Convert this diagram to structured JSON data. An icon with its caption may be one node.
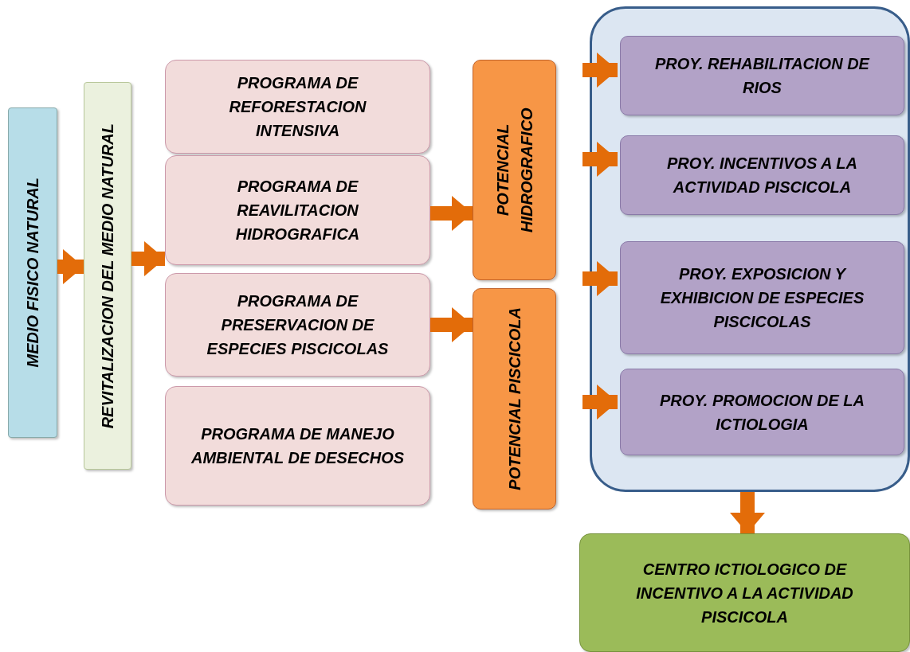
{
  "diagram": {
    "nodes": [
      {
        "text": [
          "MEDIO FISICO NATURAL"
        ]
      },
      {
        "text": [
          "REVITALIZACION DEL MEDIO NATURAL"
        ]
      },
      {
        "text": [
          "PROGRAMA DE REFORESTACION INTENSIVA"
        ]
      },
      {
        "text": [
          "PROGRAMA DE REAVILITACION HIDROGRAFICA"
        ]
      },
      {
        "text": [
          "PROGRAMA DE PRESERVACION DE ESPECIES PISCICOLAS"
        ]
      },
      {
        "text": [
          "PROGRAMA DE MANEJO AMBIENTAL DE DESECHOS"
        ]
      },
      {
        "text": [
          "POTENCIAL HIDROGRAFICO"
        ]
      },
      {
        "text": [
          "POTENCIAL PISCICOLA"
        ]
      },
      {
        "text": [],
        "shape": "box"
      },
      {
        "text": [
          "PROY. REHABILITACION DE RIOS"
        ],
        "in": 8
      },
      {
        "text": [
          "PROY. INCENTIVOS A LA ACTIVIDAD PISCICOLA"
        ],
        "in": 8
      },
      {
        "text": [
          "PROY. EXPOSICION Y EXHIBICION DE ESPECIES PISCICOLAS"
        ],
        "in": 8
      },
      {
        "text": [
          "PROY. PROMOCION DE LA ICTIOLOGIA"
        ],
        "in": 8
      },
      {
        "text": [
          "CENTRO ICTIOLOGICO DE INCENTIVO A LA ACTIVIDAD PISCICOLA"
        ]
      }
    ],
    "edges": [
      {
        "from": 0,
        "to": 1,
        "arrow": "to"
      },
      {
        "from": 1,
        "to": 3,
        "arrow": "to"
      },
      {
        "from": 3,
        "to": 6,
        "arrow": "to"
      },
      {
        "from": 4,
        "to": 7,
        "arrow": "to"
      },
      {
        "from": null,
        "to": 9,
        "arrow": "to"
      },
      {
        "from": null,
        "to": 10,
        "arrow": "to"
      },
      {
        "from": null,
        "to": 11,
        "arrow": "to"
      },
      {
        "from": null,
        "to": 12,
        "arrow": "to"
      },
      {
        "from": 8,
        "to": 13,
        "arrow": "to"
      }
    ]
  }
}
